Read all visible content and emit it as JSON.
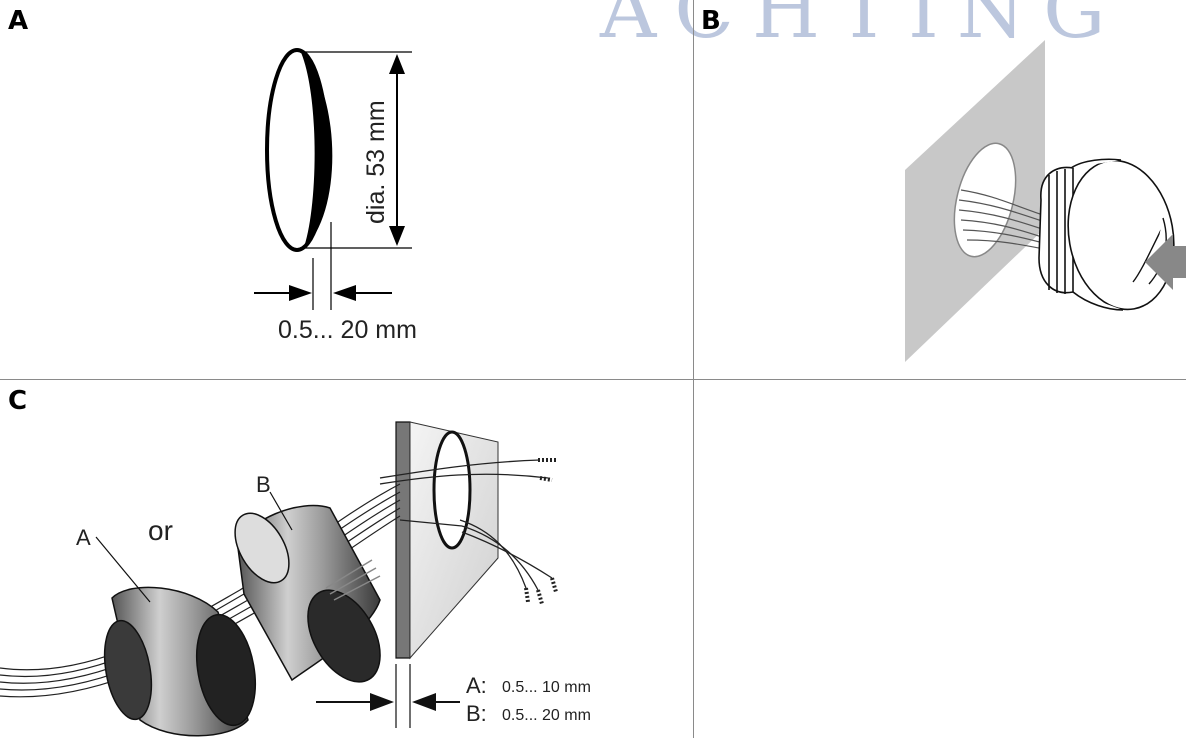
{
  "watermark": {
    "text": "ACHTING"
  },
  "panels": {
    "a": {
      "letter": "A",
      "diameter_label": "dia. 53 mm",
      "thickness_label": "0.5... 20 mm"
    },
    "b": {
      "letter": "B"
    },
    "c": {
      "letter": "C",
      "part_a_label": "A",
      "or_label": "or",
      "part_b_label": "B",
      "range_a_key": "A:",
      "range_a_value": "0.5... 10 mm",
      "range_b_key": "B:",
      "range_b_value": "0.5... 20 mm"
    }
  }
}
